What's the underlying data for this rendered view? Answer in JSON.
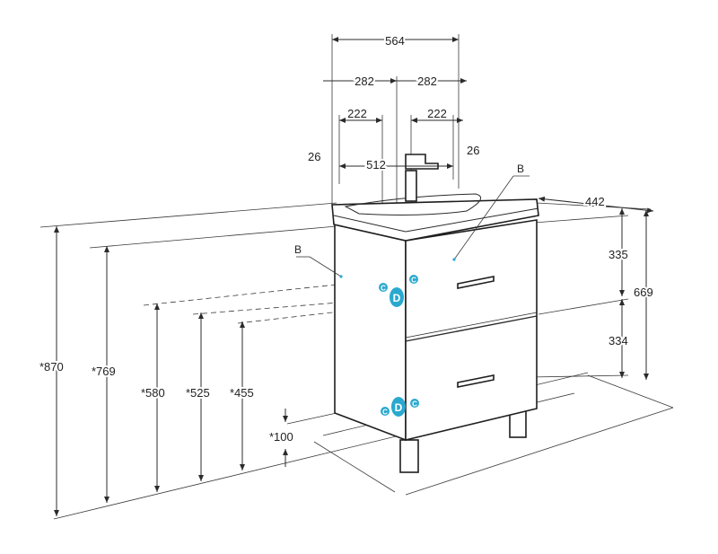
{
  "dimensions": {
    "total_width": "564",
    "half_left": "282",
    "half_right": "282",
    "offset_left": "222",
    "offset_right": "222",
    "edge_left": "26",
    "edge_right": "26",
    "inner_width": "512",
    "depth": "442",
    "upper_height": "335",
    "lower_height": "334",
    "body_height": "669",
    "overall_height": "*870",
    "top_height": "*769",
    "height_580": "*580",
    "height_525": "*525",
    "height_455": "*455",
    "leg_height": "*100"
  },
  "labels": {
    "b_left": "B",
    "b_right": "B"
  },
  "connectors": {
    "c": "C",
    "d": "D"
  },
  "colors": {
    "line": "#2b2b2b",
    "connector": "#29a9cf"
  }
}
